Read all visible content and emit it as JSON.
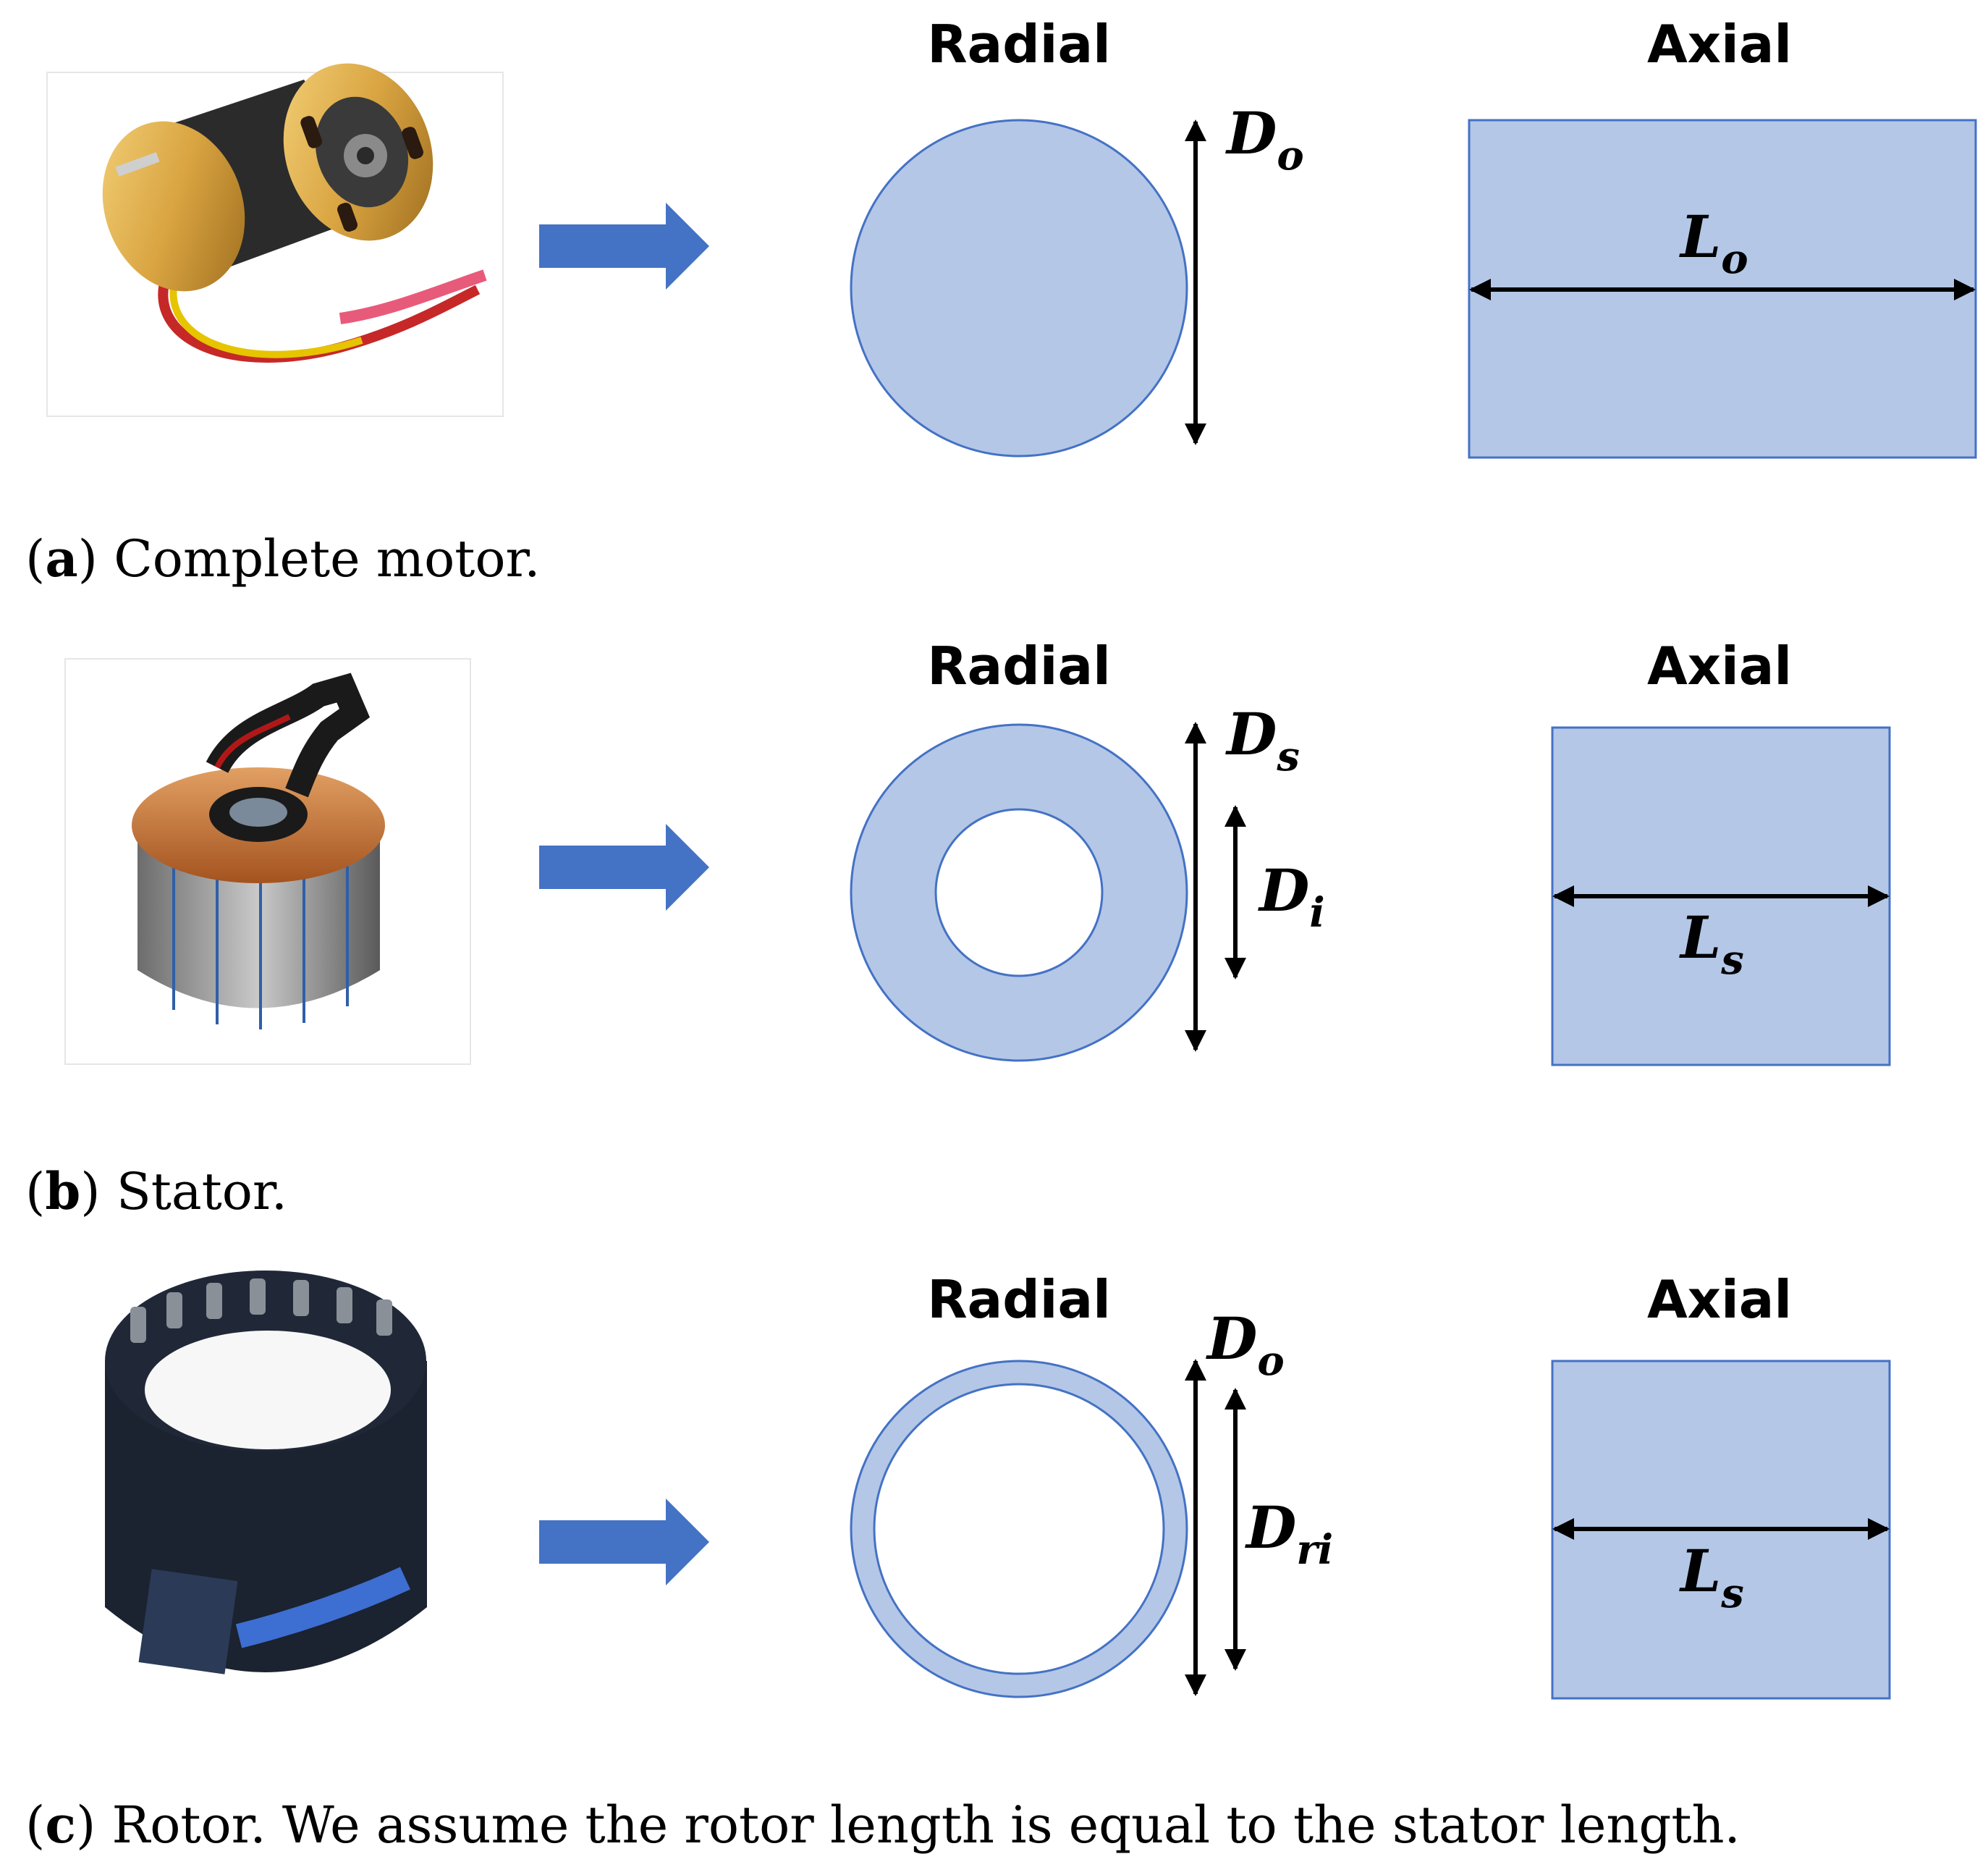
{
  "colors": {
    "shape_fill": "#b4c7e7",
    "shape_stroke": "#4472c4",
    "arrow_fill": "#4472c4",
    "dimension_line": "#000000"
  },
  "panels": [
    {
      "id": "a",
      "caption_letter": "a",
      "caption_text": "Complete motor.",
      "photo": "complete-motor-photo",
      "radial_label": "Radial",
      "axial_label": "Axial",
      "radial_shape": "disk",
      "radial_dims": [
        {
          "main": "D",
          "sub": "o"
        }
      ],
      "axial_dim": {
        "main": "L",
        "sub": "o"
      }
    },
    {
      "id": "b",
      "caption_letter": "b",
      "caption_text": "Stator.",
      "photo": "stator-photo",
      "radial_label": "Radial",
      "axial_label": "Axial",
      "radial_shape": "thick-ring",
      "radial_dims": [
        {
          "main": "D",
          "sub": "s"
        },
        {
          "main": "D",
          "sub": "i"
        }
      ],
      "axial_dim": {
        "main": "L",
        "sub": "s"
      }
    },
    {
      "id": "c",
      "caption_letter": "c",
      "caption_text": "Rotor. We assume the rotor length is equal to the stator length.",
      "photo": "rotor-photo",
      "radial_label": "Radial",
      "axial_label": "Axial",
      "radial_shape": "thin-ring",
      "radial_dims": [
        {
          "main": "D",
          "sub": "o"
        },
        {
          "main": "D",
          "sub": "ri"
        }
      ],
      "axial_dim": {
        "main": "L",
        "sub": "s"
      }
    }
  ]
}
